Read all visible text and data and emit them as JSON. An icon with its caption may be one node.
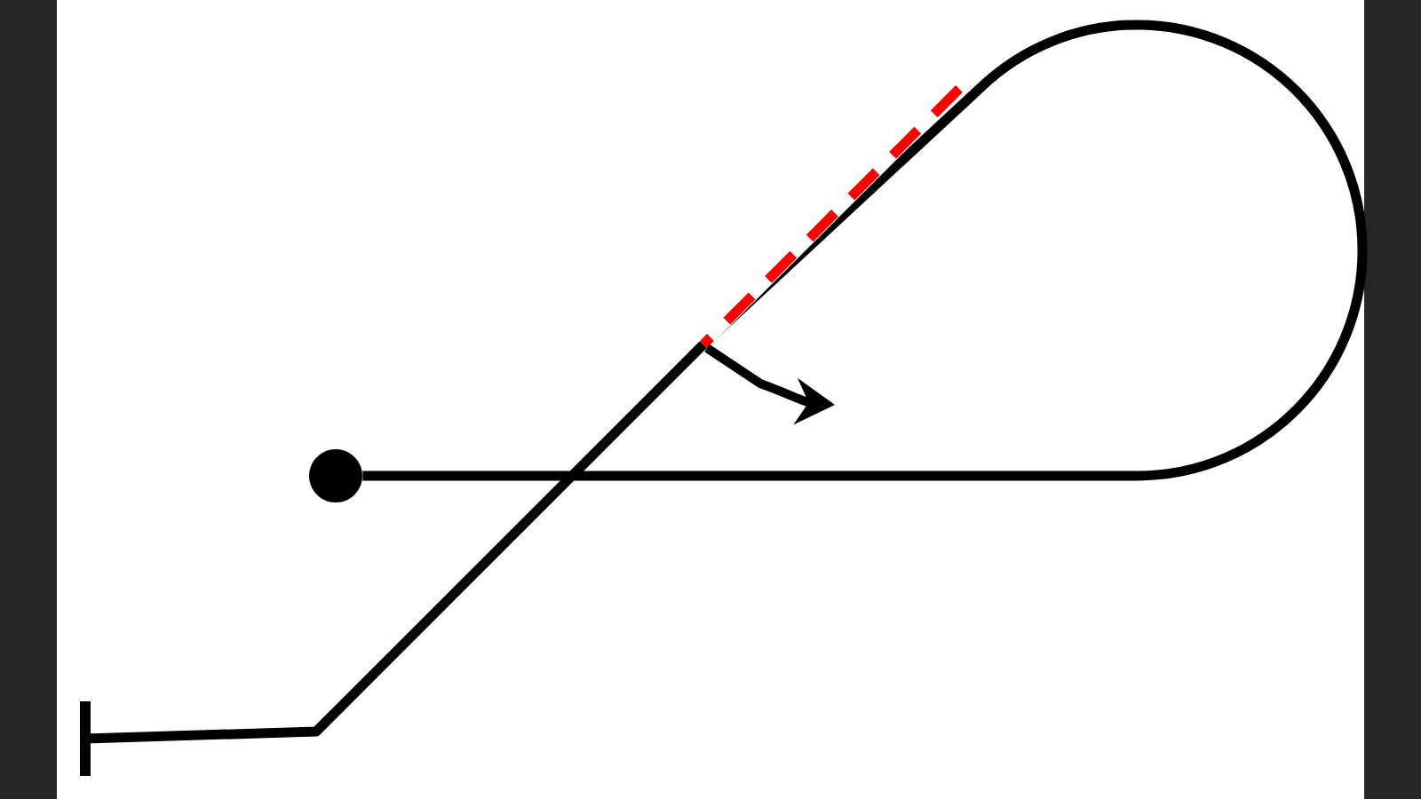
{
  "diagram": {
    "nodes": [
      {
        "text": [],
        "shape": "circle"
      },
      {
        "text": [],
        "shape": "bar"
      }
    ],
    "edges": [
      {
        "from": 0,
        "to": 1,
        "arrow": "none"
      }
    ]
  }
}
